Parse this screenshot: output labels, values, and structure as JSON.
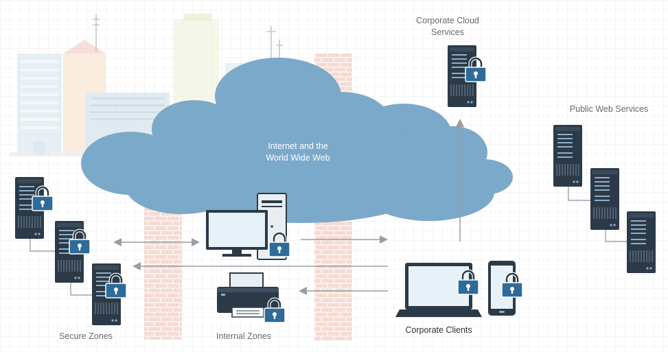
{
  "diagram": {
    "cloud_label_line1": "Internet and the",
    "cloud_label_line2": "World Wide Web",
    "corporate_cloud_line1": "Corporate Cloud",
    "corporate_cloud_line2": "Services",
    "public_web": "Public Web Services",
    "secure_zones": "Secure Zones",
    "internal_zones": "Internal Zones",
    "corporate_clients": "Corporate Clients"
  },
  "colors": {
    "cloud": "#7ba9c9",
    "server": "#2c3a48",
    "lock": "#2e6b99",
    "arrow": "#9a9ea3",
    "wall": "#f3d2c8",
    "grid": "#e8eaec"
  },
  "icons": [
    "server-icon",
    "lock-icon",
    "desktop-computer-icon",
    "printer-icon",
    "laptop-icon",
    "tablet-icon",
    "cloud-icon",
    "firewall-icon",
    "city-skyline"
  ]
}
